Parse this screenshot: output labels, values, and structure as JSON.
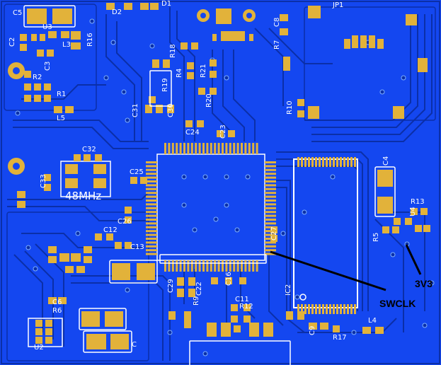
{
  "colors": {
    "board": "#1447f0",
    "trace": "#0b2fa8",
    "pad": "#e2b23a",
    "silk": "#ffffff",
    "annotation": "#000000"
  },
  "labels": {
    "c5": "C5",
    "u3": "U3",
    "l3": "L3",
    "r16": "R16",
    "c2": "C2",
    "c3": "C3",
    "r2": "R2",
    "r1": "R1",
    "l5": "L5",
    "d2": "D2",
    "d1": "D1",
    "r18": "R18",
    "r4": "R4",
    "r21": "R21",
    "r19": "R19",
    "r20": "R20",
    "c30": "C30",
    "c31": "C31",
    "c24": "C24",
    "c23": "C23",
    "c8": "C8",
    "r7": "R7",
    "jp1": "JP1",
    "r10": "R10",
    "c32": "C32",
    "c33": "C33",
    "c25": "C25",
    "crystal": "48MHz",
    "c26": "C26",
    "c12": "C12",
    "c13": "C13",
    "c4": "C4",
    "r13": "R13",
    "u4": "U4",
    "r5": "R5",
    "c27": "C27",
    "c29": "C29",
    "c22": "C22",
    "r9": "R9",
    "c16": "C16",
    "ic2": "IC2",
    "c11": "C11",
    "r12": "R12",
    "c9": "C9",
    "r17": "R17",
    "l4": "L4",
    "c6": "C6",
    "r6": "R6",
    "u2": "U2",
    "c_small": "C"
  },
  "annotations": {
    "swclk": "SWCLK",
    "v3": "3V3"
  }
}
